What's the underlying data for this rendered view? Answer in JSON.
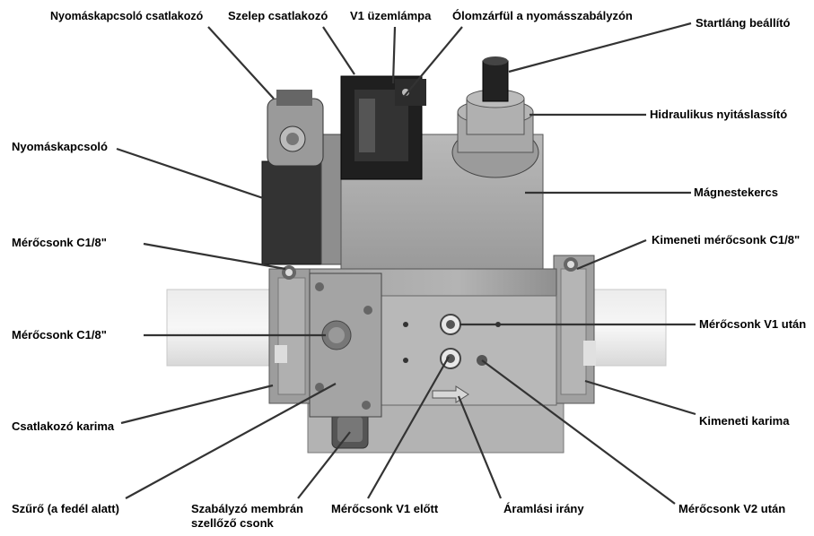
{
  "labels": {
    "pressure_switch_connector": "Nyomáskapcsoló csatlakozó",
    "valve_connector": "Szelep csatlakozó",
    "v1_lamp": "V1 üzemlámpa",
    "lead_seal_ear": "Ólomzárfül a nyomásszabályzón",
    "start_flame_adjuster": "Startláng beállító",
    "hydraulic_slow_opener": "Hidraulikus nyitáslassító",
    "pressure_switch": "Nyomáskapcsoló",
    "solenoid_coil": "Mágnestekercs",
    "test_nipple_left_upper": "Mérőcsonk C1/8\"",
    "outlet_test_nipple": "Kimeneti mérőcsonk C1/8\"",
    "test_nipple_left_mid": "Mérőcsonk C1/8\"",
    "test_nipple_after_v1": "Mérőcsonk V1 után",
    "inlet_flange": "Csatlakozó karima",
    "outlet_flange": "Kimeneti karima",
    "filter": "Szűrő (a fedél alatt)",
    "membrane_vent_line1": "Szabályzó membrán",
    "membrane_vent_line2": "szellőző csonk",
    "test_nipple_before_v1": "Mérőcsonk V1 előtt",
    "flow_direction": "Áramlási irány",
    "test_nipple_after_v2": "Mérőcsonk V2 után"
  },
  "colors": {
    "body_main": "#a9a9a9",
    "body_light": "#c6c6c6",
    "body_dark": "#4a4a4a",
    "pipe": "#e6e6e6",
    "leader": "#333333"
  }
}
